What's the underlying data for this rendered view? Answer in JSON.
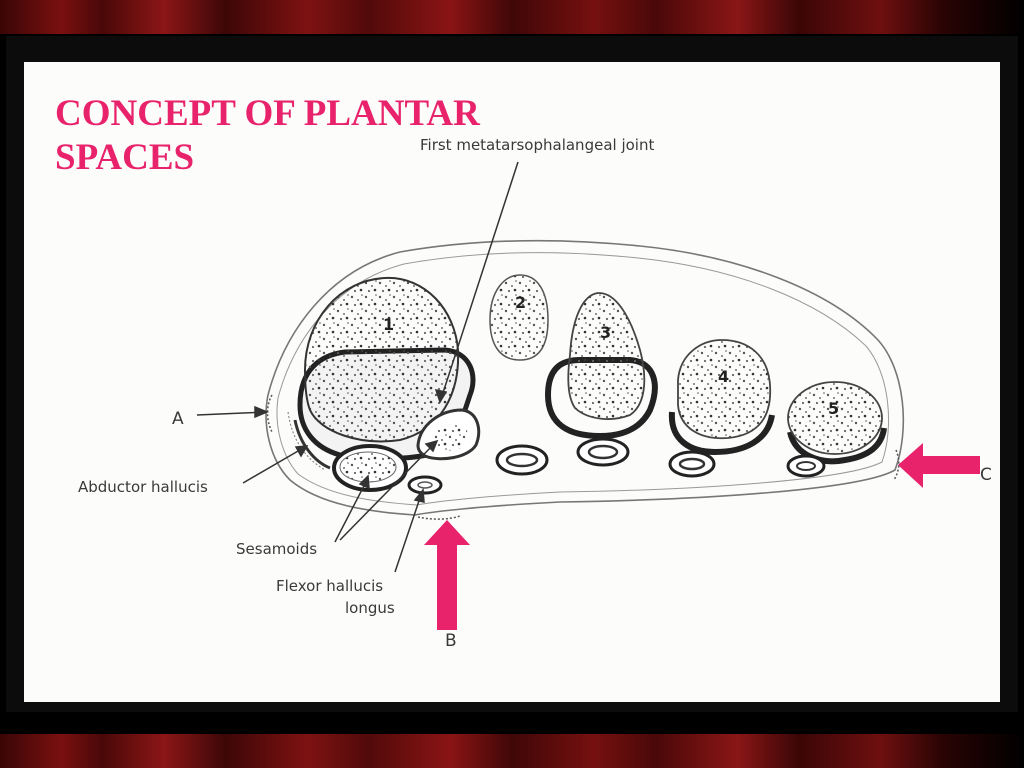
{
  "slide": {
    "title_line1": "CONCEPT OF PLANTAR",
    "title_line2": "SPACES",
    "accent_color": "#e8236c"
  },
  "labels": {
    "first_mtp_joint": "First metatarsophalangeal joint",
    "marker_a": "A",
    "abductor_hallucis": "Abductor hallucis",
    "sesamoids": "Sesamoids",
    "flexor_line1": "Flexor hallucis",
    "flexor_line2": "longus",
    "marker_b": "B",
    "marker_c": "C"
  },
  "metatarsals": [
    "1",
    "2",
    "3",
    "4",
    "5"
  ],
  "arrows": {
    "b": "up-arrow",
    "c": "left-arrow"
  }
}
